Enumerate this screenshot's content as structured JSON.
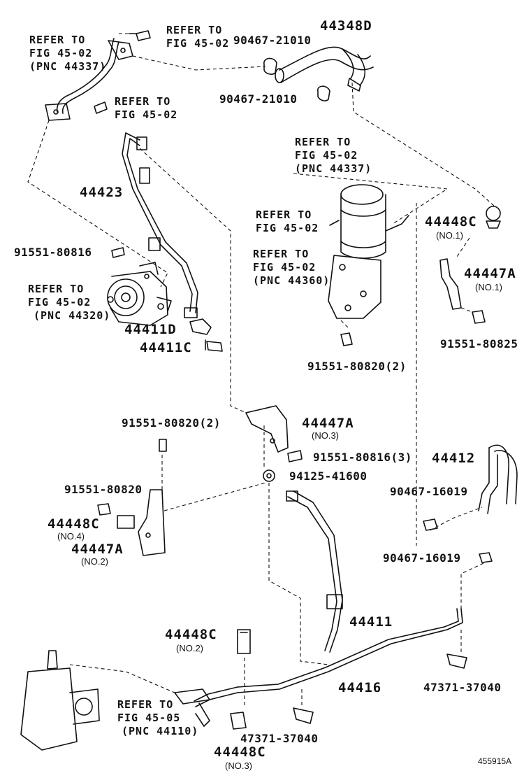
{
  "diagram": {
    "figure_code": "455915A",
    "refs": [
      {
        "line1": "REFER TO",
        "line2": "FIG 45-02",
        "line3": "(PNC 44337)"
      },
      {
        "line1": "REFER TO",
        "line2": "FIG 45-02"
      },
      {
        "line1": "REFER TO",
        "line2": "FIG 45-02"
      },
      {
        "line1": "REFER TO",
        "line2": "FIG 45-02",
        "line3": "(PNC 44337)"
      },
      {
        "line1": "REFER TO",
        "line2": "FIG 45-02"
      },
      {
        "line1": "REFER TO",
        "line2": "FIG 45-02",
        "line3": "(PNC 44360)"
      },
      {
        "line1": "REFER TO",
        "line2": "FIG 45-02",
        "line3": "(PNC 44320)"
      },
      {
        "line1": "REFER TO",
        "line2": "FIG 45-05",
        "line3": "(PNC 44110)"
      }
    ],
    "parts": {
      "p44348D": "44348D",
      "p90467_21010_a": "90467-21010",
      "p90467_21010_b": "90467-21010",
      "p44423": "44423",
      "p91551_80816": "91551-80816",
      "p44411D": "44411D",
      "p44411C": "44411C",
      "p44448C_1": "44448C",
      "p44448C_1_sub": "(NO.1)",
      "p44447A_1": "44447A",
      "p44447A_1_sub": "(NO.1)",
      "p91551_80825": "91551-80825",
      "p91551_80820_2a": "91551-80820(2)",
      "p91551_80820_2b": "91551-80820(2)",
      "p44447A_3": "44447A",
      "p44447A_3_sub": "(NO.3)",
      "p91551_80816_3": "91551-80816(3)",
      "p94125_41600": "94125-41600",
      "p91551_80820": "91551-80820",
      "p44448C_4": "44448C",
      "p44448C_4_sub": "(NO.4)",
      "p44447A_2": "44447A",
      "p44447A_2_sub": "(NO.2)",
      "p44412": "44412",
      "p90467_16019_a": "90467-16019",
      "p90467_16019_b": "90467-16019",
      "p44411": "44411",
      "p44448C_2": "44448C",
      "p44448C_2_sub": "(NO.2)",
      "p44416": "44416",
      "p47371_37040_a": "47371-37040",
      "p47371_37040_b": "47371-37040",
      "p44448C_3": "44448C",
      "p44448C_3_sub": "(NO.3)"
    }
  }
}
